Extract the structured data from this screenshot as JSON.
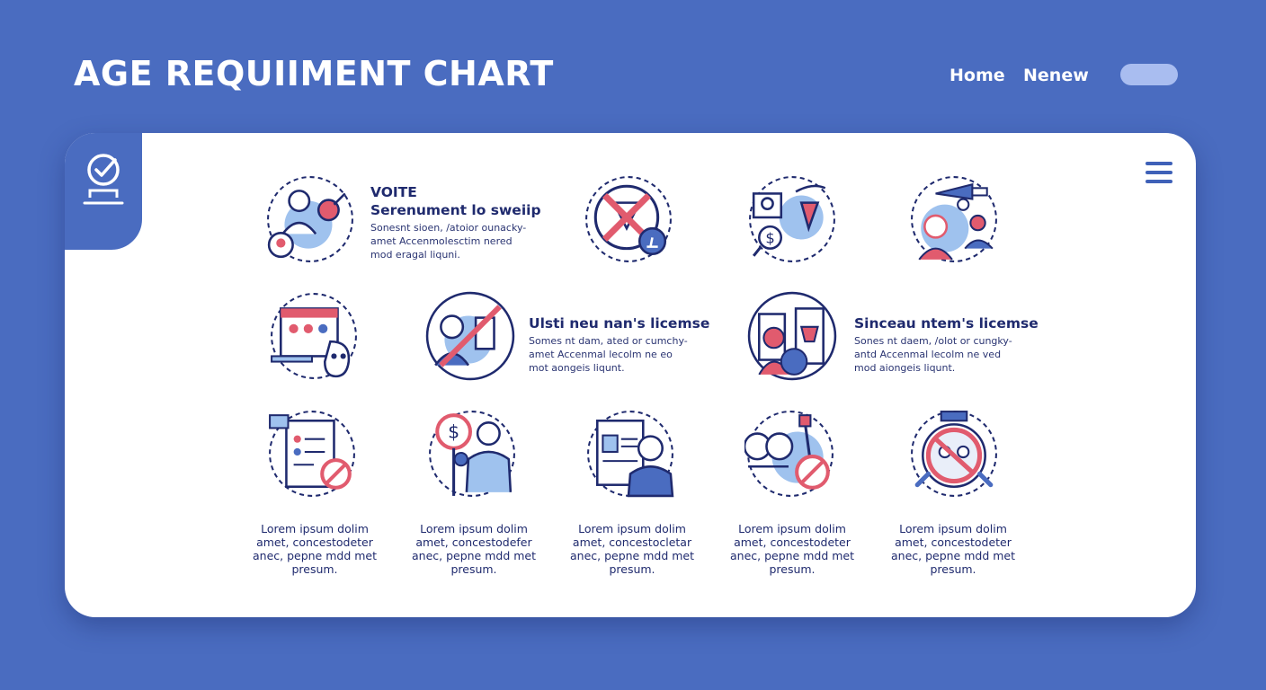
{
  "header": {
    "title": "AGE REQUIIMENT CHART",
    "nav": {
      "home_label": "Home",
      "renew_label": "Nenew"
    }
  },
  "icons": {
    "tab_icon": "check-circle-icon",
    "tab_icon_2": "podium-icon",
    "menu_icon": "hamburger-menu-icon"
  },
  "colors": {
    "background": "#4a6cc0",
    "card": "#ffffff",
    "navy": "#1f2a6e",
    "light_blue": "#9fc2ee",
    "red": "#e15b6e",
    "pill": "#a9bdf0"
  },
  "vote": {
    "icon_name": "voting-person-icon",
    "title": "VOITE",
    "subtitle": "Serenument lo sweiip",
    "lines": [
      "Sonesnt sioen, /atoior ounacky-",
      "amet Accenmolesctim nered",
      "mod eragal liquni."
    ]
  },
  "row1_icons": [
    "no-alcohol-icon",
    "gambling-money-icon",
    "girl-target-icon"
  ],
  "license1": {
    "icon_name": "driver-no-license-icon",
    "title": "Ulsti neu nan's licemse",
    "lines": [
      "Somes nt dam, ated or cumchy-",
      "amet Accenmal lecolm ne eo",
      "mot aongeis liqunt."
    ]
  },
  "license2": {
    "icon_name": "shopping-license-icon",
    "title": "Sinceau ntem's licemse",
    "lines": [
      "Sones nt daem, /olot or cungky-",
      "antd Accenmal lecolm ne ved",
      "mod aiongeis liqunt."
    ]
  },
  "row2_icons": [
    "calendar-dart-icon"
  ],
  "row3": [
    {
      "icon_name": "document-restriction-icon",
      "lines": [
        "Lorem ipsum dolim",
        "amet, concestodeter",
        "anec, pepne mdd met",
        "presum."
      ]
    },
    {
      "icon_name": "money-person-icon",
      "lines": [
        "Lorem ipsum dolim",
        "amet, concestodefer",
        "anec, pepne mdd met",
        "presum."
      ]
    },
    {
      "icon_name": "id-card-person-icon",
      "lines": [
        "Lorem ipsum dolim",
        "amet, concestocletar",
        "anec, pepne mdd met",
        "presum."
      ]
    },
    {
      "icon_name": "no-sports-icon",
      "lines": [
        "Lorem ipsum dolim",
        "amet, concestodeter",
        "anec, pepne mdd met",
        "presum."
      ]
    },
    {
      "icon_name": "no-gaming-icon",
      "lines": [
        "Lorem ipsum dolim",
        "amet, concestodeter",
        "anec, pepne mdd met",
        "presum."
      ]
    }
  ]
}
